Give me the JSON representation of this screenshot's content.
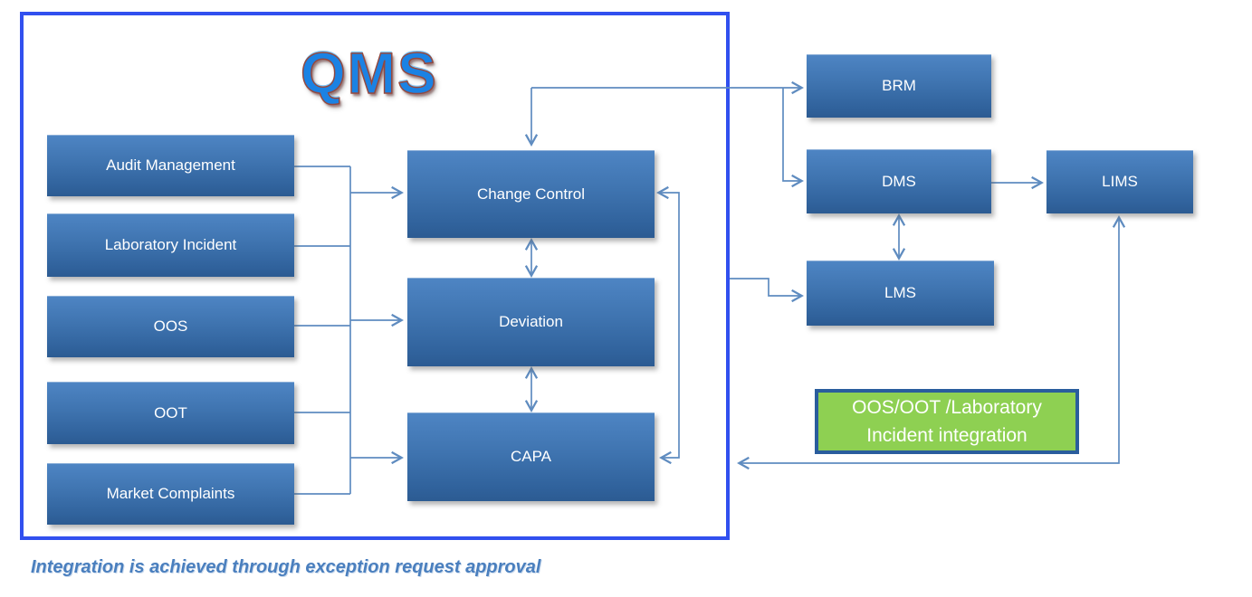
{
  "title": {
    "text": "QMS"
  },
  "caption": {
    "text": "Integration is achieved through exception request approval"
  },
  "nodes": {
    "audit": {
      "label": "Audit Management"
    },
    "lab_incident": {
      "label": "Laboratory Incident"
    },
    "oos": {
      "label": "OOS"
    },
    "oot": {
      "label": "OOT"
    },
    "market_complaints": {
      "label": "Market Complaints"
    },
    "change_control": {
      "label": "Change Control"
    },
    "deviation": {
      "label": "Deviation"
    },
    "capa": {
      "label": "CAPA"
    },
    "brm": {
      "label": "BRM"
    },
    "dms": {
      "label": "DMS"
    },
    "lms": {
      "label": "LMS"
    },
    "lims": {
      "label": "LIMS"
    },
    "integration_note": {
      "label": "OOS/OOT /Laboratory Incident integration"
    }
  },
  "edges": [
    {
      "from": "Audit Management",
      "to": "shared trunk",
      "type": "line"
    },
    {
      "from": "Laboratory Incident",
      "to": "shared trunk",
      "type": "line"
    },
    {
      "from": "OOS",
      "to": "shared trunk",
      "type": "line"
    },
    {
      "from": "OOT",
      "to": "shared trunk",
      "type": "line"
    },
    {
      "from": "Market Complaints",
      "to": "shared trunk",
      "type": "line"
    },
    {
      "from": "shared trunk",
      "to": "Change Control",
      "type": "arrow"
    },
    {
      "from": "shared trunk",
      "to": "Deviation",
      "type": "arrow"
    },
    {
      "from": "shared trunk",
      "to": "CAPA",
      "type": "arrow"
    },
    {
      "from": "Change Control top junction",
      "to": "Change Control",
      "type": "arrow-down"
    },
    {
      "from": "Change Control top junction",
      "to": "BRM",
      "type": "arrow"
    },
    {
      "from": "Change Control top junction",
      "to": "DMS",
      "type": "arrow"
    },
    {
      "from": "Change Control",
      "to": "Deviation",
      "type": "double-arrow"
    },
    {
      "from": "Deviation",
      "to": "CAPA",
      "type": "double-arrow"
    },
    {
      "from": "Change Control",
      "to": "CAPA",
      "type": "double-arrow-elbow-right"
    },
    {
      "from": "QMS frame",
      "to": "LMS",
      "type": "arrow"
    },
    {
      "from": "DMS",
      "to": "LMS",
      "type": "double-arrow"
    },
    {
      "from": "DMS",
      "to": "LIMS",
      "type": "arrow"
    },
    {
      "from": "LIMS bottom",
      "to": "QMS frame (left arrow past note)",
      "type": "double-arrow"
    }
  ],
  "colors": {
    "frame_border": "#3150ef",
    "node_fill_top": "#4e85c4",
    "node_fill_bottom": "#2c5b92",
    "node_text": "#ffffff",
    "wire": "#5f8cc0",
    "note_fill": "#8ed052",
    "note_border": "#2a5d9d",
    "caption_text": "#4a7fbe",
    "title_blue": "#1b82e3"
  }
}
